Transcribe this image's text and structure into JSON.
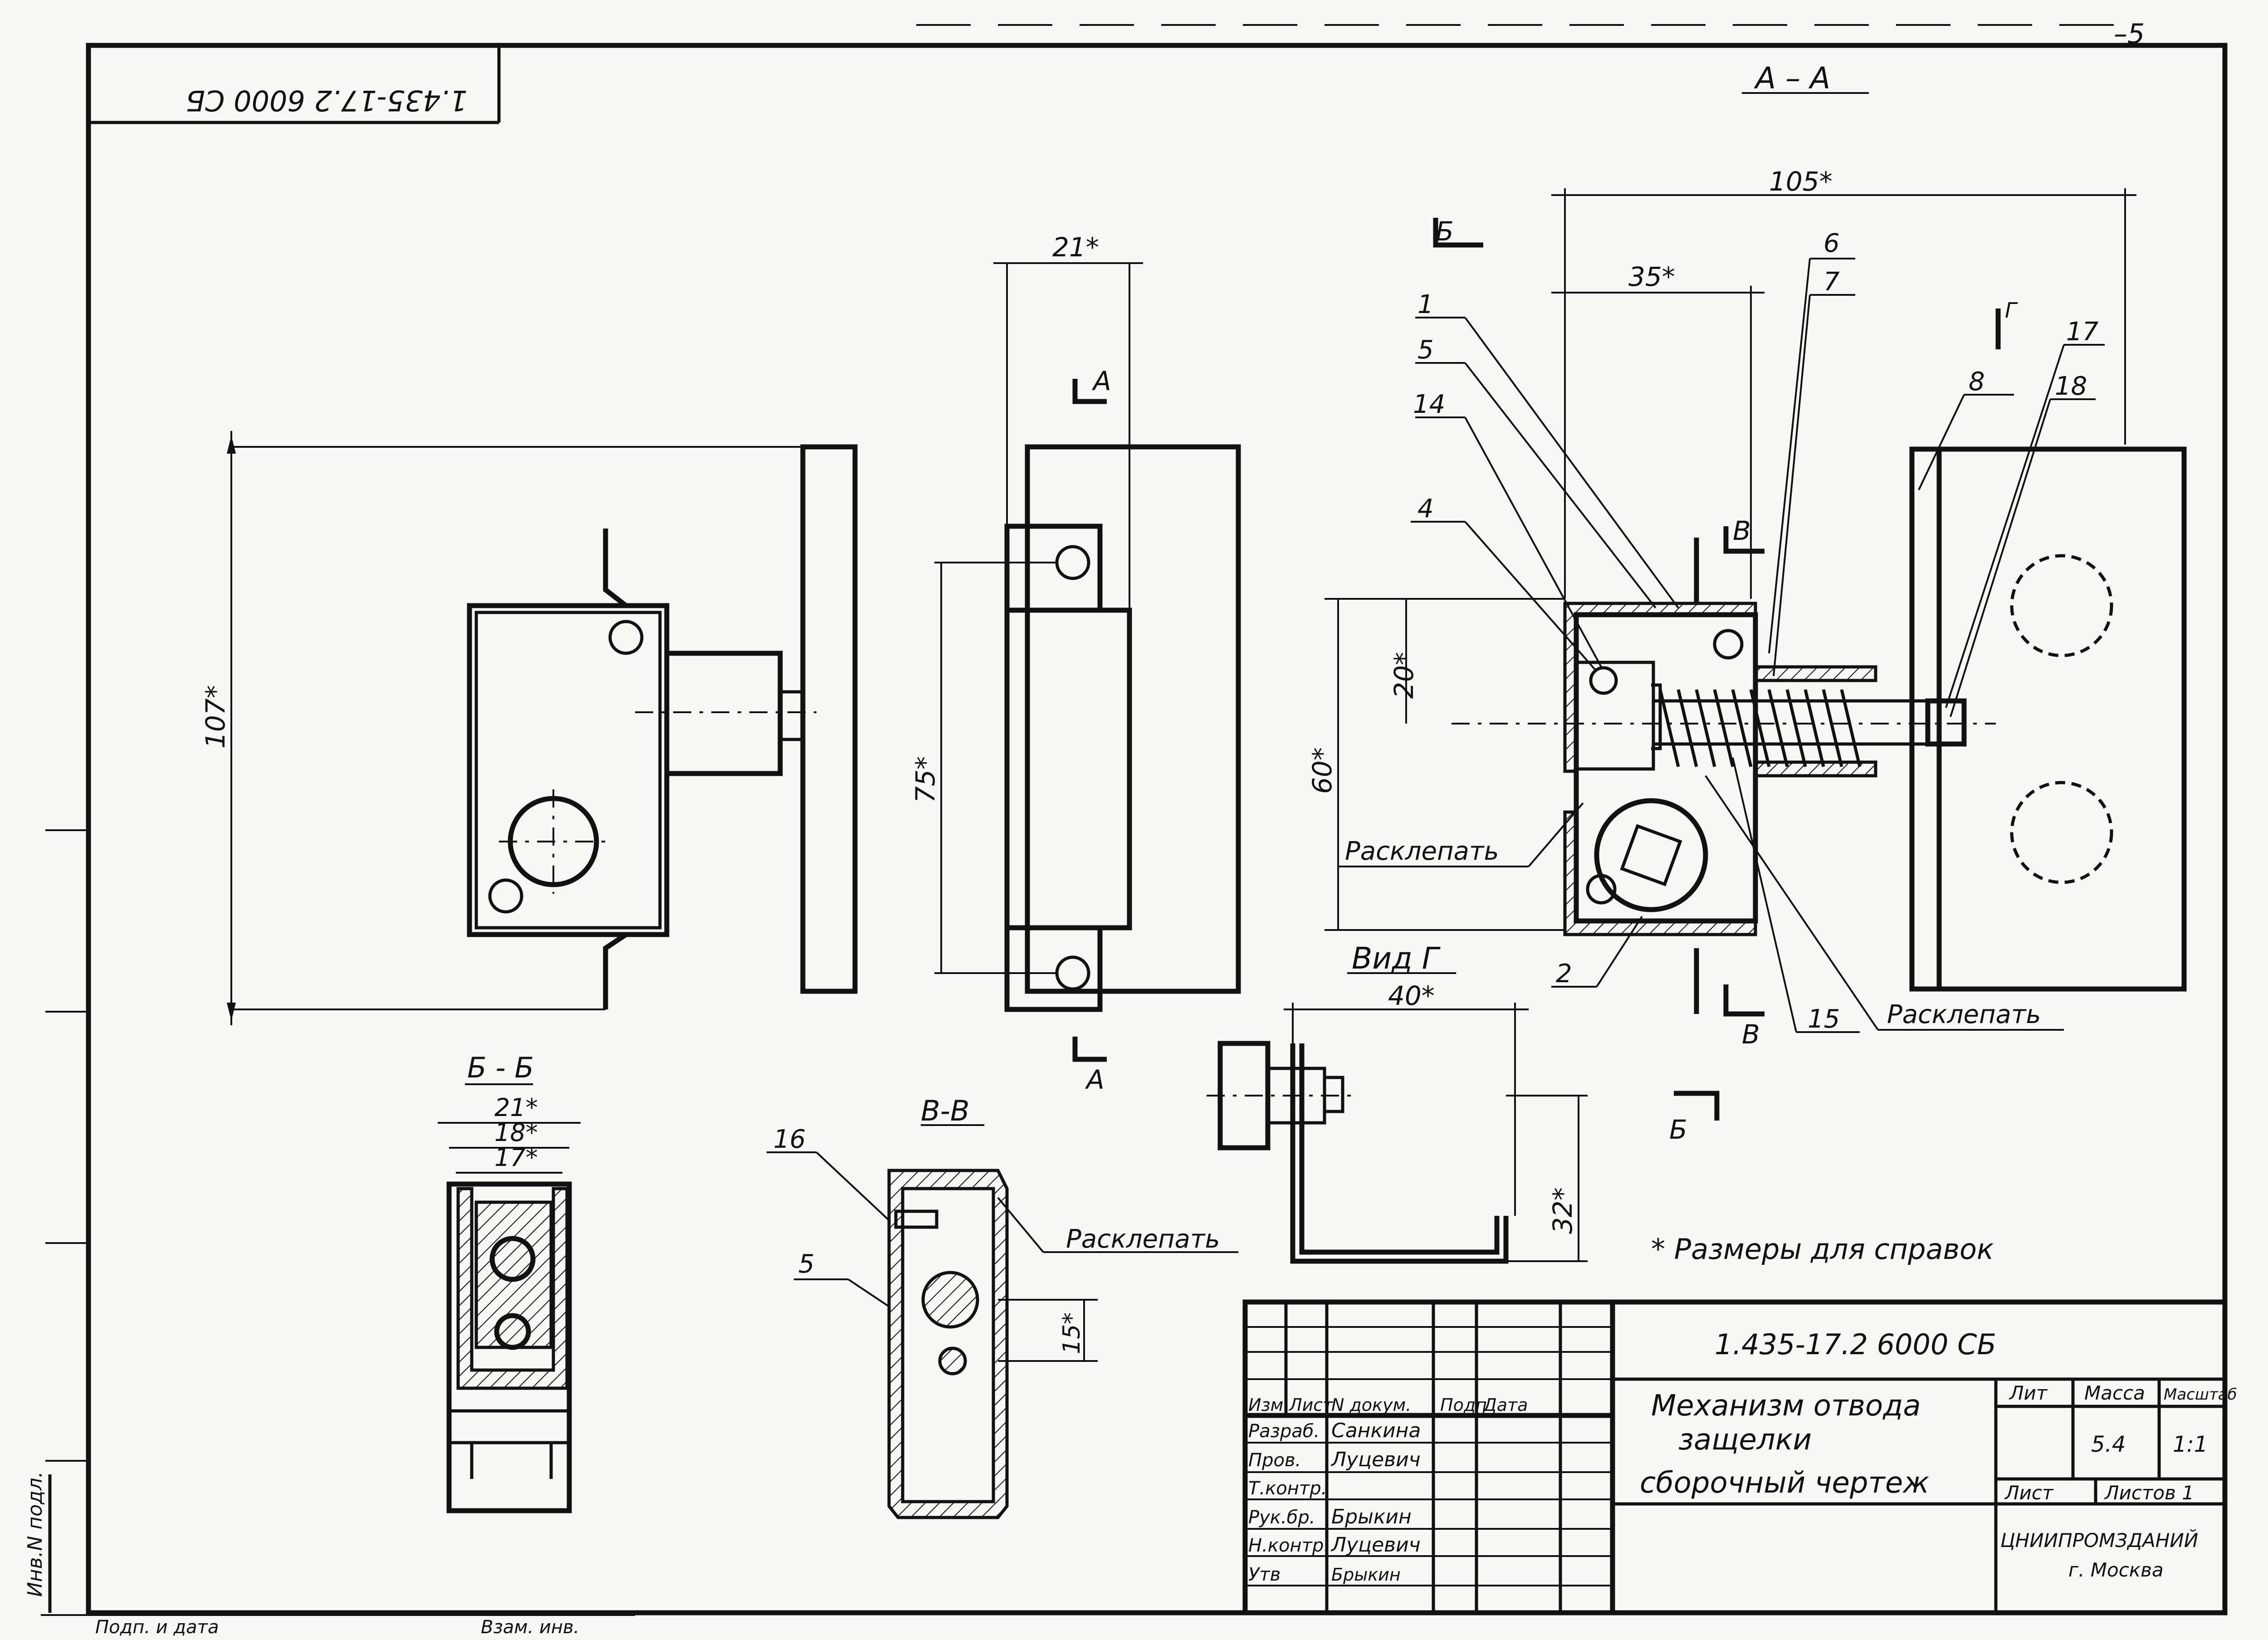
{
  "doc": {
    "stamp_code_mirrored": "1.435-17.2 6000 СБ",
    "corner_mark": "–5",
    "note": "* Размеры для справок"
  },
  "views": {
    "section_aa": "А – А",
    "section_bb": "Б - Б",
    "section_vv": "В-В",
    "view_g": "Вид Г"
  },
  "dimensions": {
    "d107": "107*",
    "d21": "21*",
    "d75": "75*",
    "d105": "105*",
    "d35": "35*",
    "d20": "20*",
    "d60": "60*",
    "d40": "40*",
    "d32": "32*",
    "d18": "18*",
    "d17": "17*",
    "d15": "15*"
  },
  "markers": {
    "A": "А",
    "B_rus": "Б",
    "V": "В",
    "G": "Г"
  },
  "callouts": [
    "1",
    "5",
    "14",
    "4",
    "6",
    "7",
    "8",
    "17",
    "18",
    "2",
    "15",
    "16",
    "5"
  ],
  "annotations": {
    "rivet": "Расклепать"
  },
  "title_block": {
    "code": "1.435-17.2 6000 СБ",
    "title_line1": "Механизм отвода",
    "title_line2": "защелки",
    "title_line3": "сборочный чертеж",
    "col_headers": [
      "Изм",
      "Лист",
      "N докум.",
      "Подп",
      "Дата"
    ],
    "roles": [
      "Разраб.",
      "Пров.",
      "Т.контр.",
      "Рук.бр.",
      "Н.контр.",
      "Утв"
    ],
    "names": [
      "Санкина",
      "Луцевич",
      "",
      "Брыкин",
      "Луцевич",
      "Брыкин"
    ],
    "lit_label": "Лит",
    "mass_label": "Масса",
    "scale_label": "Масштаб",
    "mass_value": "5.4",
    "scale_value": "1:1",
    "sheet_label": "Лист",
    "sheets_label": "Листов 1",
    "organization_line1": "ЦНИИПРОМЗДАНИЙ",
    "organization_line2": "г. Москва"
  },
  "side_stamp": "Инв.N подл.",
  "bottom_stamp": [
    "Подп. и дата",
    "Взам. инв."
  ]
}
